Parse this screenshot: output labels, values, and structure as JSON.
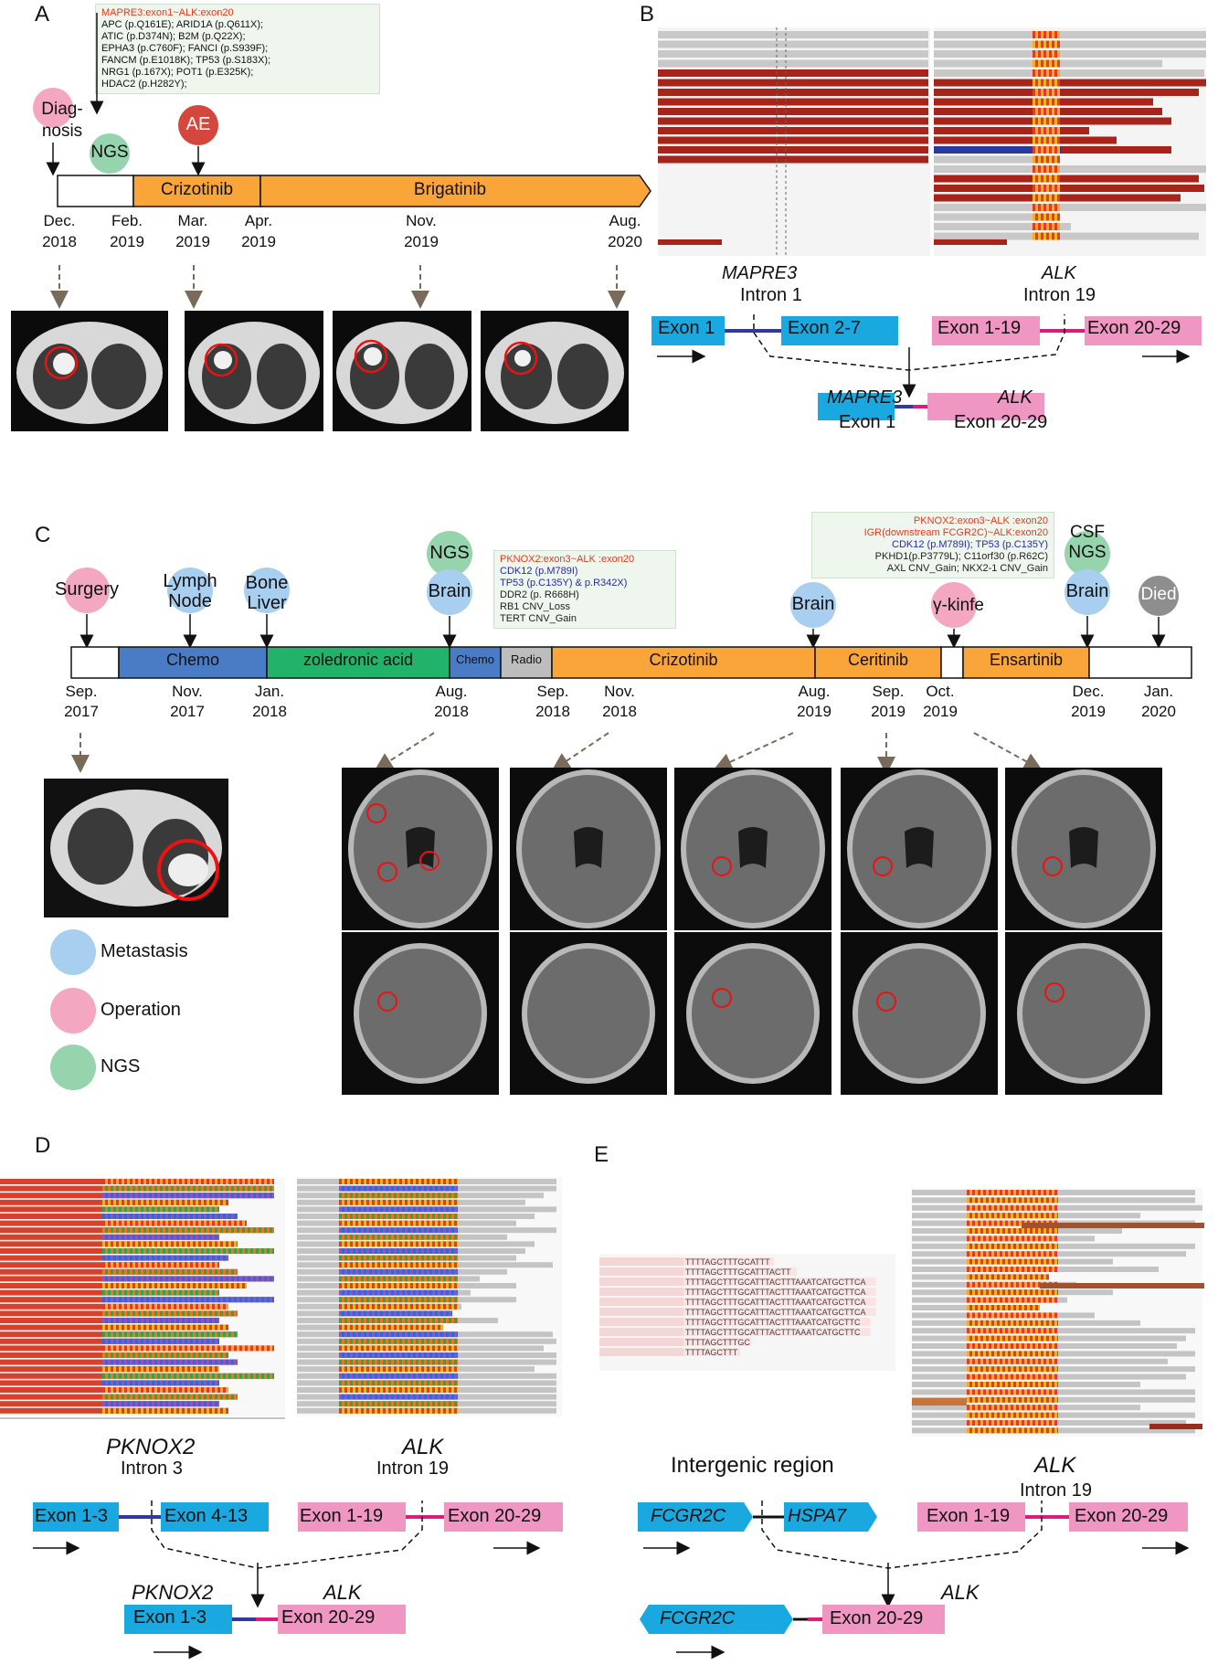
{
  "panels": {
    "A": "A",
    "B": "B",
    "C": "C",
    "D": "D",
    "E": "E"
  },
  "colors": {
    "orange": "#f9a53a",
    "blue_chemo": "#4a7cc6",
    "green": "#22b36a",
    "gray_radio": "#bdbdbd",
    "met_blue": "#a9cff0",
    "op_pink": "#f4a7c0",
    "ngs_green": "#96d4ae",
    "ae_red": "#d3473c",
    "exon_cyan": "#19a9e0",
    "exon_pink": "#ef96c2",
    "intron_blue": "#2f3a9c",
    "intron_magenta": "#e0197a",
    "died_gray": "#8e8e8e"
  },
  "panel_a": {
    "events": {
      "diagnosis": "Diag-\nnosis",
      "ngs": "NGS",
      "ae": "AE"
    },
    "mutation_header": "MAPRE3:exon1~ALK:exon20",
    "mutations": [
      "APC (p.Q161E); ARID1A (p.Q611X);",
      "ATIC (p.D374N); B2M (p.Q22X);",
      "EPHA3 (p.C760F); FANCI (p.S939F);",
      "FANCM (p.E1018K); TP53 (p.S183X);",
      "NRG1 (p.167X); POT1 (p.E325K);",
      "HDAC2 (p.H282Y);"
    ],
    "treatments": [
      "Crizotinib",
      "Brigatinib"
    ],
    "dates": [
      {
        "m": "Dec.",
        "y": "2018"
      },
      {
        "m": "Feb.",
        "y": "2019"
      },
      {
        "m": "Mar.",
        "y": "2019"
      },
      {
        "m": "Apr.",
        "y": "2019"
      },
      {
        "m": "Nov.",
        "y": "2019"
      },
      {
        "m": "Aug.",
        "y": "2020"
      }
    ]
  },
  "panel_b": {
    "gene1": "MAPRE3",
    "gene1_intron": "Intron 1",
    "gene1_exon_a": "Exon 1",
    "gene1_exon_b": "Exon 2-7",
    "gene2": "ALK",
    "gene2_intron": "Intron 19",
    "gene2_exon_a": "Exon 1-19",
    "gene2_exon_b": "Exon 20-29",
    "fusion_gene1": "MAPRE3",
    "fusion_gene2": "ALK",
    "fusion_exon1": "Exon 1",
    "fusion_exon2": "Exon 20-29"
  },
  "panel_c": {
    "events": {
      "surgery": "Surgery",
      "lymph_node": "Lymph\nNode",
      "bone_liver": "Bone\nLiver",
      "ngs": "NGS",
      "brain1": "Brain",
      "brain2": "Brain",
      "gamma": "γ-kinfe",
      "csf_ngs": "CSF\nNGS",
      "brain3": "Brain",
      "died": "Died"
    },
    "box1": [
      {
        "t": "PKNOX2:exon3~ALK :exon20",
        "c": "red"
      },
      {
        "t": "CDK12 (p.M789I)",
        "c": "blue"
      },
      {
        "t": "TP53 (p.C135Y) & p.R342X)",
        "c": "blue"
      },
      {
        "t": "DDR2 (p. R668H)",
        "c": "blk"
      },
      {
        "t": "RB1 CNV_Loss",
        "c": "blk"
      },
      {
        "t": "TERT CNV_Gain",
        "c": "blk"
      }
    ],
    "box2": [
      {
        "t": "PKNOX2:exon3~ALK :exon20",
        "c": "red"
      },
      {
        "t": "IGR(downstream FCGR2C)~ALK:exon20",
        "c": "red"
      },
      {
        "t": "CDK12 (p.M789I); TP53 (p.C135Y)",
        "c": "blue"
      },
      {
        "t": "PKHD1(p.P3779L); C11orf30 (p.R62C)",
        "c": "blk"
      },
      {
        "t": "AXL CNV_Gain; NKX2-1 CNV_Gain",
        "c": "blk"
      }
    ],
    "treatments": [
      "Chemo",
      "zoledronic acid",
      "Chemo",
      "Radio",
      "Crizotinib",
      "Ceritinib",
      "Ensartinib"
    ],
    "dates": [
      {
        "m": "Sep.",
        "y": "2017"
      },
      {
        "m": "Nov.",
        "y": "2017"
      },
      {
        "m": "Jan.",
        "y": "2018"
      },
      {
        "m": "Aug.",
        "y": "2018"
      },
      {
        "m": "Sep.",
        "y": "2018"
      },
      {
        "m": "Nov.",
        "y": "2018"
      },
      {
        "m": "Aug.",
        "y": "2019"
      },
      {
        "m": "Sep.",
        "y": "2019"
      },
      {
        "m": "Oct.",
        "y": "2019"
      },
      {
        "m": "Dec.",
        "y": "2019"
      },
      {
        "m": "Jan.",
        "y": "2020"
      }
    ],
    "legend": [
      "Metastasis",
      "Operation",
      "NGS"
    ]
  },
  "panel_d": {
    "gene1": "PKNOX2",
    "gene1_intron": "Intron 3",
    "gene1_exon_a": "Exon 1-3",
    "gene1_exon_b": "Exon 4-13",
    "gene2": "ALK",
    "gene2_intron": "Intron 19",
    "gene2_exon_a": "Exon 1-19",
    "gene2_exon_b": "Exon 20-29",
    "fusion_gene1": "PKNOX2",
    "fusion_gene2": "ALK",
    "fusion_exon1": "Exon 1-3",
    "fusion_exon2": "Exon 20-29"
  },
  "panel_e": {
    "region": "Intergenic region",
    "gene_a": "FCGR2C",
    "gene_b": "HSPA7",
    "gene2": "ALK",
    "gene2_intron": "Intron 19",
    "gene2_exon_a": "Exon 1-19",
    "gene2_exon_b": "Exon 20-29",
    "fusion_gene1": "FCGR2C",
    "fusion_gene2": "ALK",
    "fusion_exon2": "Exon 20-29",
    "seq_lines": [
      "TTTTAGCTTTGCATTT",
      "TTTTAGCTTTGCATTTACTT",
      "TTTTAGCTTTGCATTTACTTTAAATCATGCTTCA",
      "TTTTAGCTTTGCATTTACTTTAAATCATGCTTCA",
      "TTTTAGCTTTGCATTTACTTTAAATCATGCTTCA",
      "TTTTAGCTTTGCATTTACTTTAAATCATGCTTCA",
      "TTTTAGCTTTGCATTTACTTTAAATCATGCTTC",
      "TTTTAGCTTTGCATTTACTTTAAATCATGCTTC",
      "TTTTAGCTTTGC",
      "TTTTAGCTTT"
    ]
  }
}
